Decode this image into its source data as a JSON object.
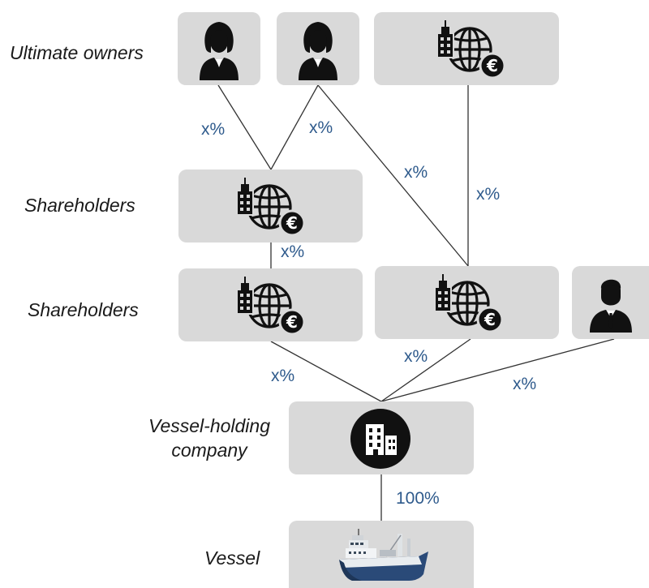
{
  "labels": {
    "ultimate_owners": "Ultimate owners",
    "shareholders_1": "Shareholders",
    "shareholders_2": "Shareholders",
    "vessel_holding_line1": "Vessel-holding",
    "vessel_holding_line2": "company",
    "vessel": "Vessel"
  },
  "edges": {
    "owner1_to_sh1": "x%",
    "owner2_to_sh1": "x%",
    "owner2_to_sh2b": "x%",
    "corp_to_sh2b": "x%",
    "sh1_to_sh2a": "x%",
    "sh2a_to_holding": "x%",
    "sh2b_to_holding": "x%",
    "person_to_holding": "x%",
    "holding_to_vessel": "100%"
  },
  "colors": {
    "box_fill": "#d9d9d9",
    "percent_text": "#2e5a8c",
    "line": "#333333",
    "icon": "#111111"
  },
  "icons": {
    "owner_1": "businesswoman-icon",
    "owner_2": "businesswoman-icon",
    "owner_3": "corporate-globe-euro-icon",
    "shareholder_1": "corporate-globe-euro-icon",
    "shareholder_2a": "corporate-globe-euro-icon",
    "shareholder_2b": "corporate-globe-euro-icon",
    "shareholder_2c": "businessman-icon",
    "holding_company": "office-building-icon",
    "vessel": "fishing-vessel-icon"
  }
}
